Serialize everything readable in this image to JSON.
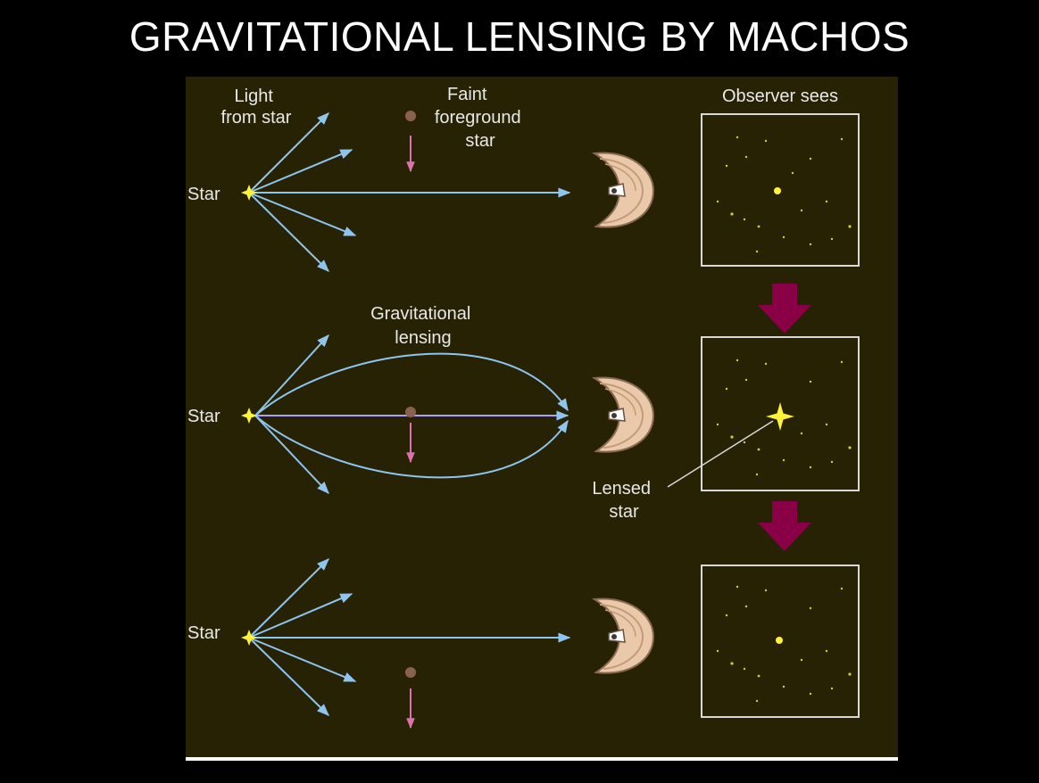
{
  "title": "GRAVITATIONAL LENSING BY MACHOS",
  "labels": {
    "light_from_star": [
      "Light",
      "from star"
    ],
    "faint_foreground_star": [
      "Faint",
      "foreground",
      "star"
    ],
    "observer_sees": "Observer sees",
    "gravitational_lensing": [
      "Gravitational",
      "lensing"
    ],
    "lensed_star": [
      "Lensed",
      "star"
    ],
    "star": "Star"
  },
  "colors": {
    "background": "#000000",
    "panel": "#272204",
    "light_ray": "#8ec5ee",
    "star": "#fff23a",
    "foreground_star": "#8a6050",
    "motion_arrow": "#e070b0",
    "transition_arrow": "#8a0046",
    "frame": "#d8d8d8",
    "eye": "#e9c9aa"
  },
  "icons": [
    "star-icon",
    "eye-icon",
    "down-arrow-icon"
  ]
}
